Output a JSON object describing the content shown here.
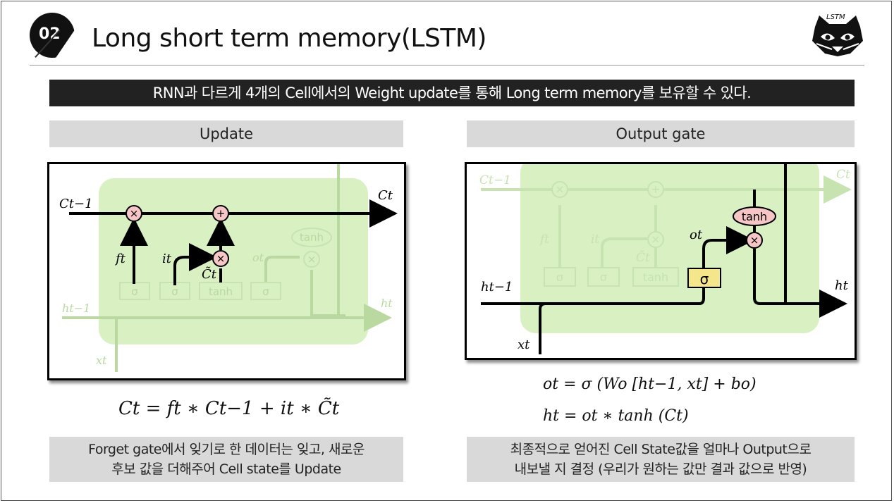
{
  "slide": {
    "number": "02",
    "title": "Long short term memory(LSTM)",
    "logo_text": "LSTM",
    "banner": "RNN과 다르게 4개의 Cell에서의 Weight update를 통해 Long term memory를 보유할 수 있다."
  },
  "left": {
    "heading": "Update",
    "labels": {
      "c_prev": "Ct−1",
      "c_next": "Ct",
      "f": "ft",
      "i": "it",
      "c_tilde": "C̃t",
      "o": "ot",
      "h_prev": "ht−1",
      "h_next": "ht",
      "x": "xt",
      "sigma": "σ",
      "tanh": "tanh",
      "times": "×",
      "plus": "+"
    },
    "equation": "Ct = ft ∗ Ct−1 + it ∗ C̃t",
    "caption_line1": "Forget gate에서 잊기로 한 데이터는 잊고, 새로운",
    "caption_line2": "후보 값을 더해주어 Cell state를 Update"
  },
  "right": {
    "heading": "Output gate",
    "labels": {
      "c_prev": "Ct−1",
      "c_next": "Ct",
      "f": "ft",
      "i": "it",
      "c_tilde": "C̃t",
      "o": "ot",
      "h_prev": "ht−1",
      "h_next": "ht",
      "x": "xt",
      "sigma": "σ",
      "tanh": "tanh",
      "times": "×",
      "plus": "+"
    },
    "equation1": "ot = σ (Wo [ht−1, xt] + bo)",
    "equation2": "ht = ot ∗ tanh (Ct)",
    "caption_line1": "최종적으로 얻어진 Cell State값을 얼마나 Output으로",
    "caption_line2": "내보낼 지 결정 (우리가 원하는 값만 결과 값으로 반영)"
  },
  "colors": {
    "cell_fill": "#d9f0c3",
    "faded": "#b9d9a0",
    "gate_op": "#f6c6c6",
    "sigma_box": "#f5e58b",
    "banner_bg": "#222222",
    "header_bg": "#d9d9d9"
  }
}
